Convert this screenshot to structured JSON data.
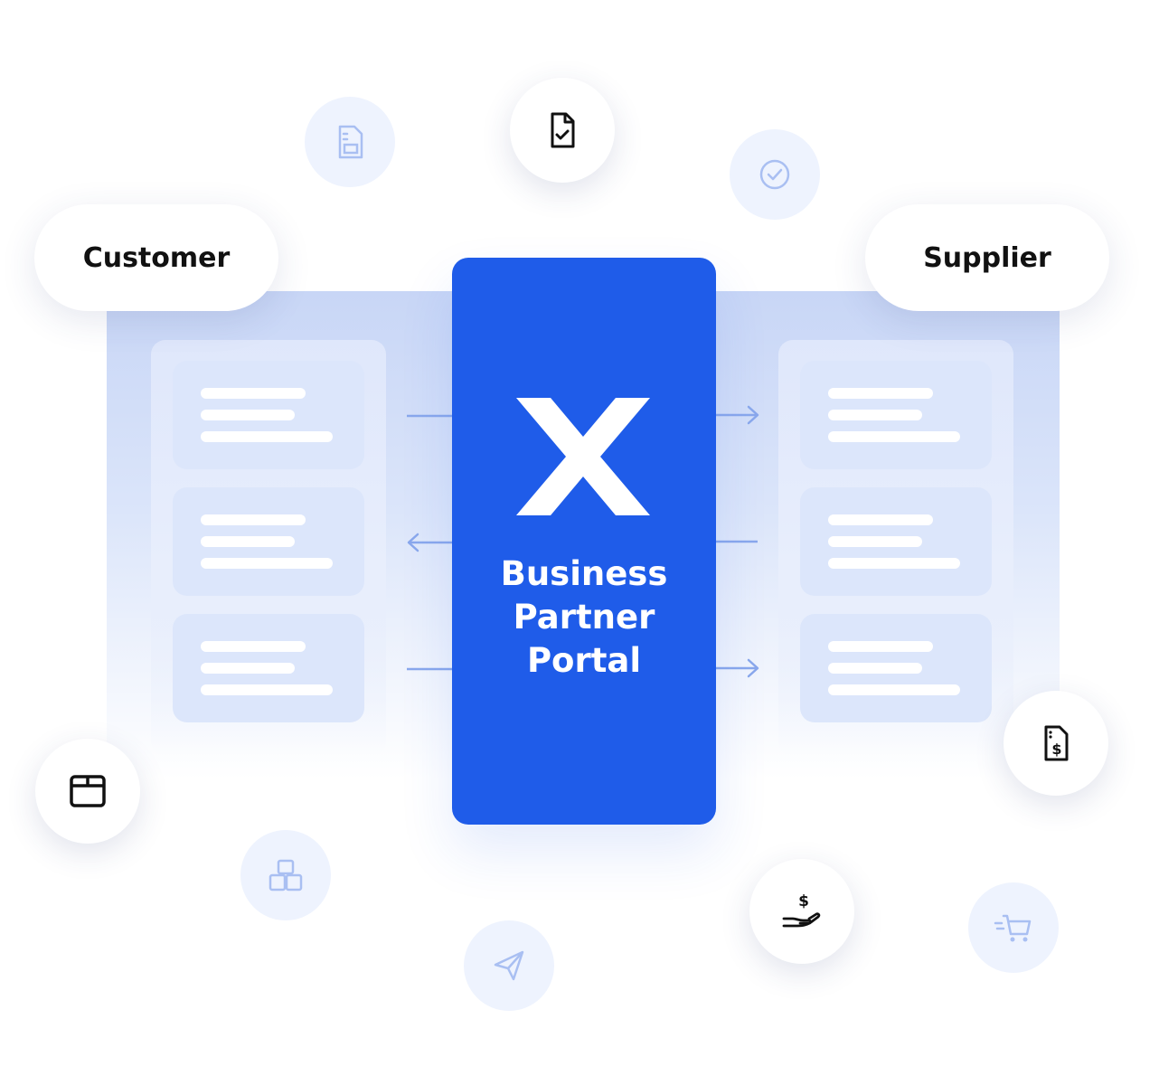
{
  "diagram": {
    "customer_label": "Customer",
    "supplier_label": "Supplier",
    "portal": {
      "line1": "Business",
      "line2": "Partner",
      "line3": "Portal"
    }
  },
  "colors": {
    "brand_blue": "#1f5ce9",
    "panel_light": "#dce6fb",
    "faint_icon": "#a9bff2",
    "icon_dark": "#111111"
  },
  "icons": {
    "bubbles": [
      "document-check-icon",
      "invoice-dollar-icon",
      "package-icon",
      "hand-money-icon"
    ],
    "faint": [
      "form-document-icon",
      "check-circle-icon",
      "boxes-icon",
      "send-icon",
      "cart-icon"
    ]
  }
}
